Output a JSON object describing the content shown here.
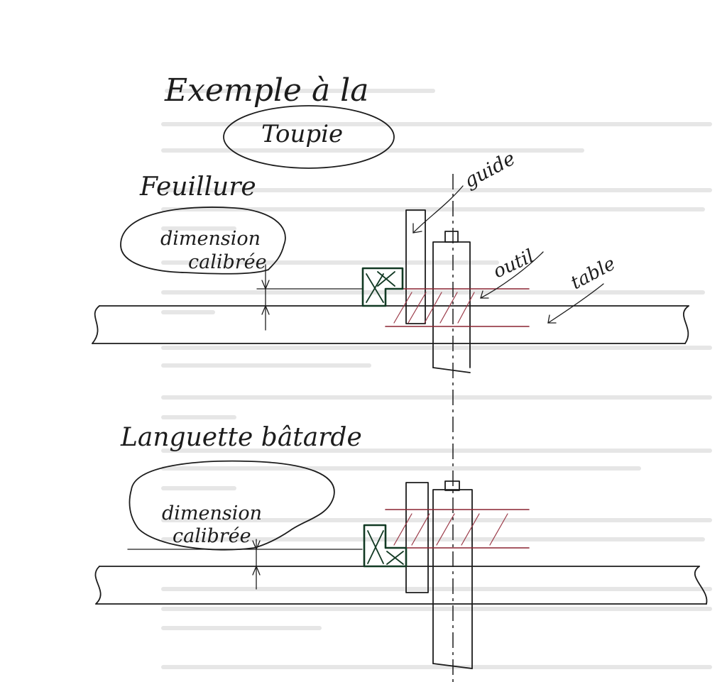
{
  "title": {
    "line1": "Exemple à la",
    "line2": "Toupie"
  },
  "section_1": {
    "heading": "Feuillure",
    "bubble_line1": "dimension",
    "bubble_line2": "calibrée",
    "label_guide": "guide",
    "label_outil": "outil",
    "label_table": "table"
  },
  "section_2": {
    "heading": "Languette bâtarde",
    "bubble_line1": "dimension",
    "bubble_line2": "calibrée"
  },
  "colors": {
    "ink": "#1c1c1c",
    "cutter_red": "#8a2430",
    "workpiece_green": "#123a24",
    "paper": "#ffffff"
  }
}
